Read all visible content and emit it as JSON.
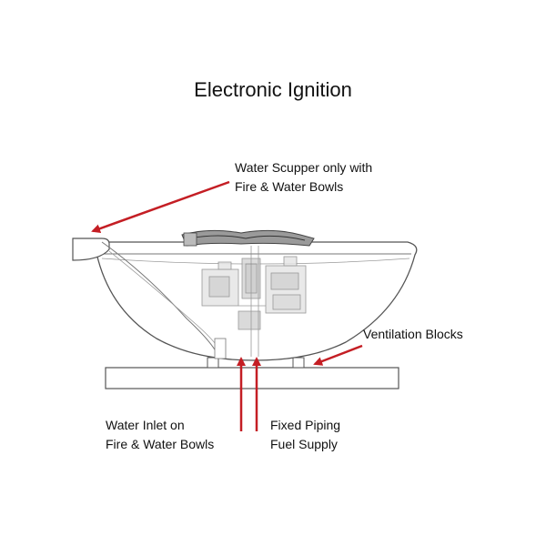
{
  "title": "Electronic Ignition",
  "labels": {
    "scupper": [
      "Water Scupper only with",
      "Fire & Water Bowls"
    ],
    "ventilation": [
      "Ventilation Blocks"
    ],
    "water_inlet": [
      "Water Inlet on",
      "Fire & Water Bowls"
    ],
    "fuel_supply": [
      "Fixed Piping",
      "Fuel Supply"
    ]
  },
  "colors": {
    "arrow": "#c41e24",
    "line": "#555555",
    "part_fill": "#d9d9d9",
    "bowl_fill": "#ffffff"
  }
}
